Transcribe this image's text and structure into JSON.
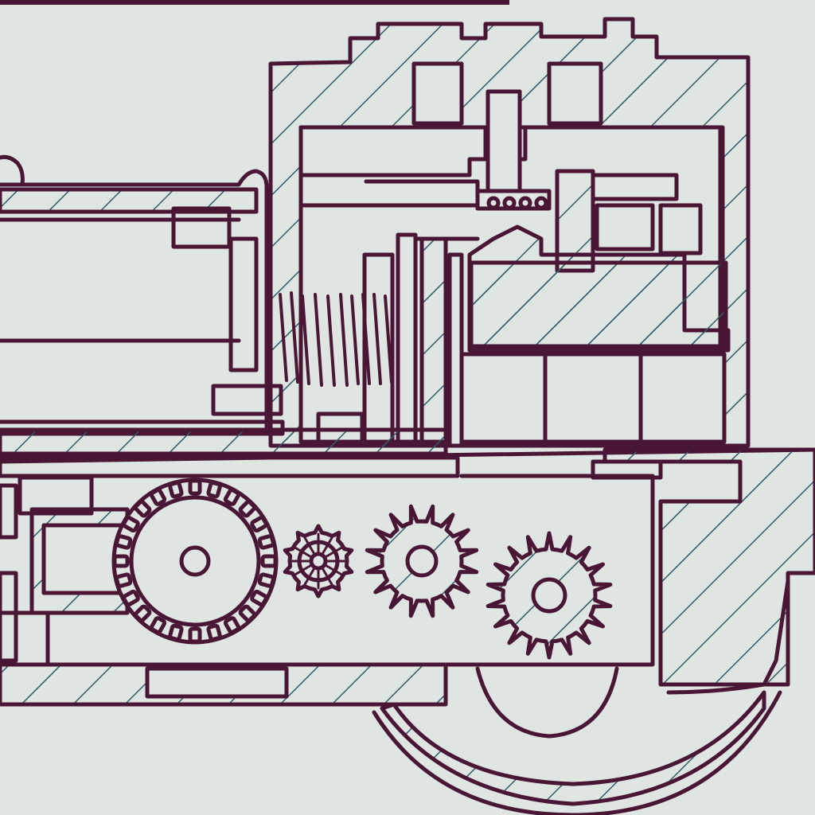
{
  "drawing": {
    "colors": {
      "paper": "#dfe6e1",
      "ink": "#4a1636",
      "hatch": "#2f5d6a"
    },
    "components": [
      "upper-housing",
      "motor-block",
      "coil-spring",
      "clutch-plates",
      "gear-train",
      "wheel-arch",
      "shaft-tube",
      "base-rail"
    ],
    "gears": [
      {
        "name": "large-spur-gear",
        "teeth": 24
      },
      {
        "name": "pinion-gear",
        "teeth": 10
      },
      {
        "name": "idler-gear",
        "teeth": 16
      },
      {
        "name": "output-gear",
        "teeth": 18
      }
    ]
  }
}
